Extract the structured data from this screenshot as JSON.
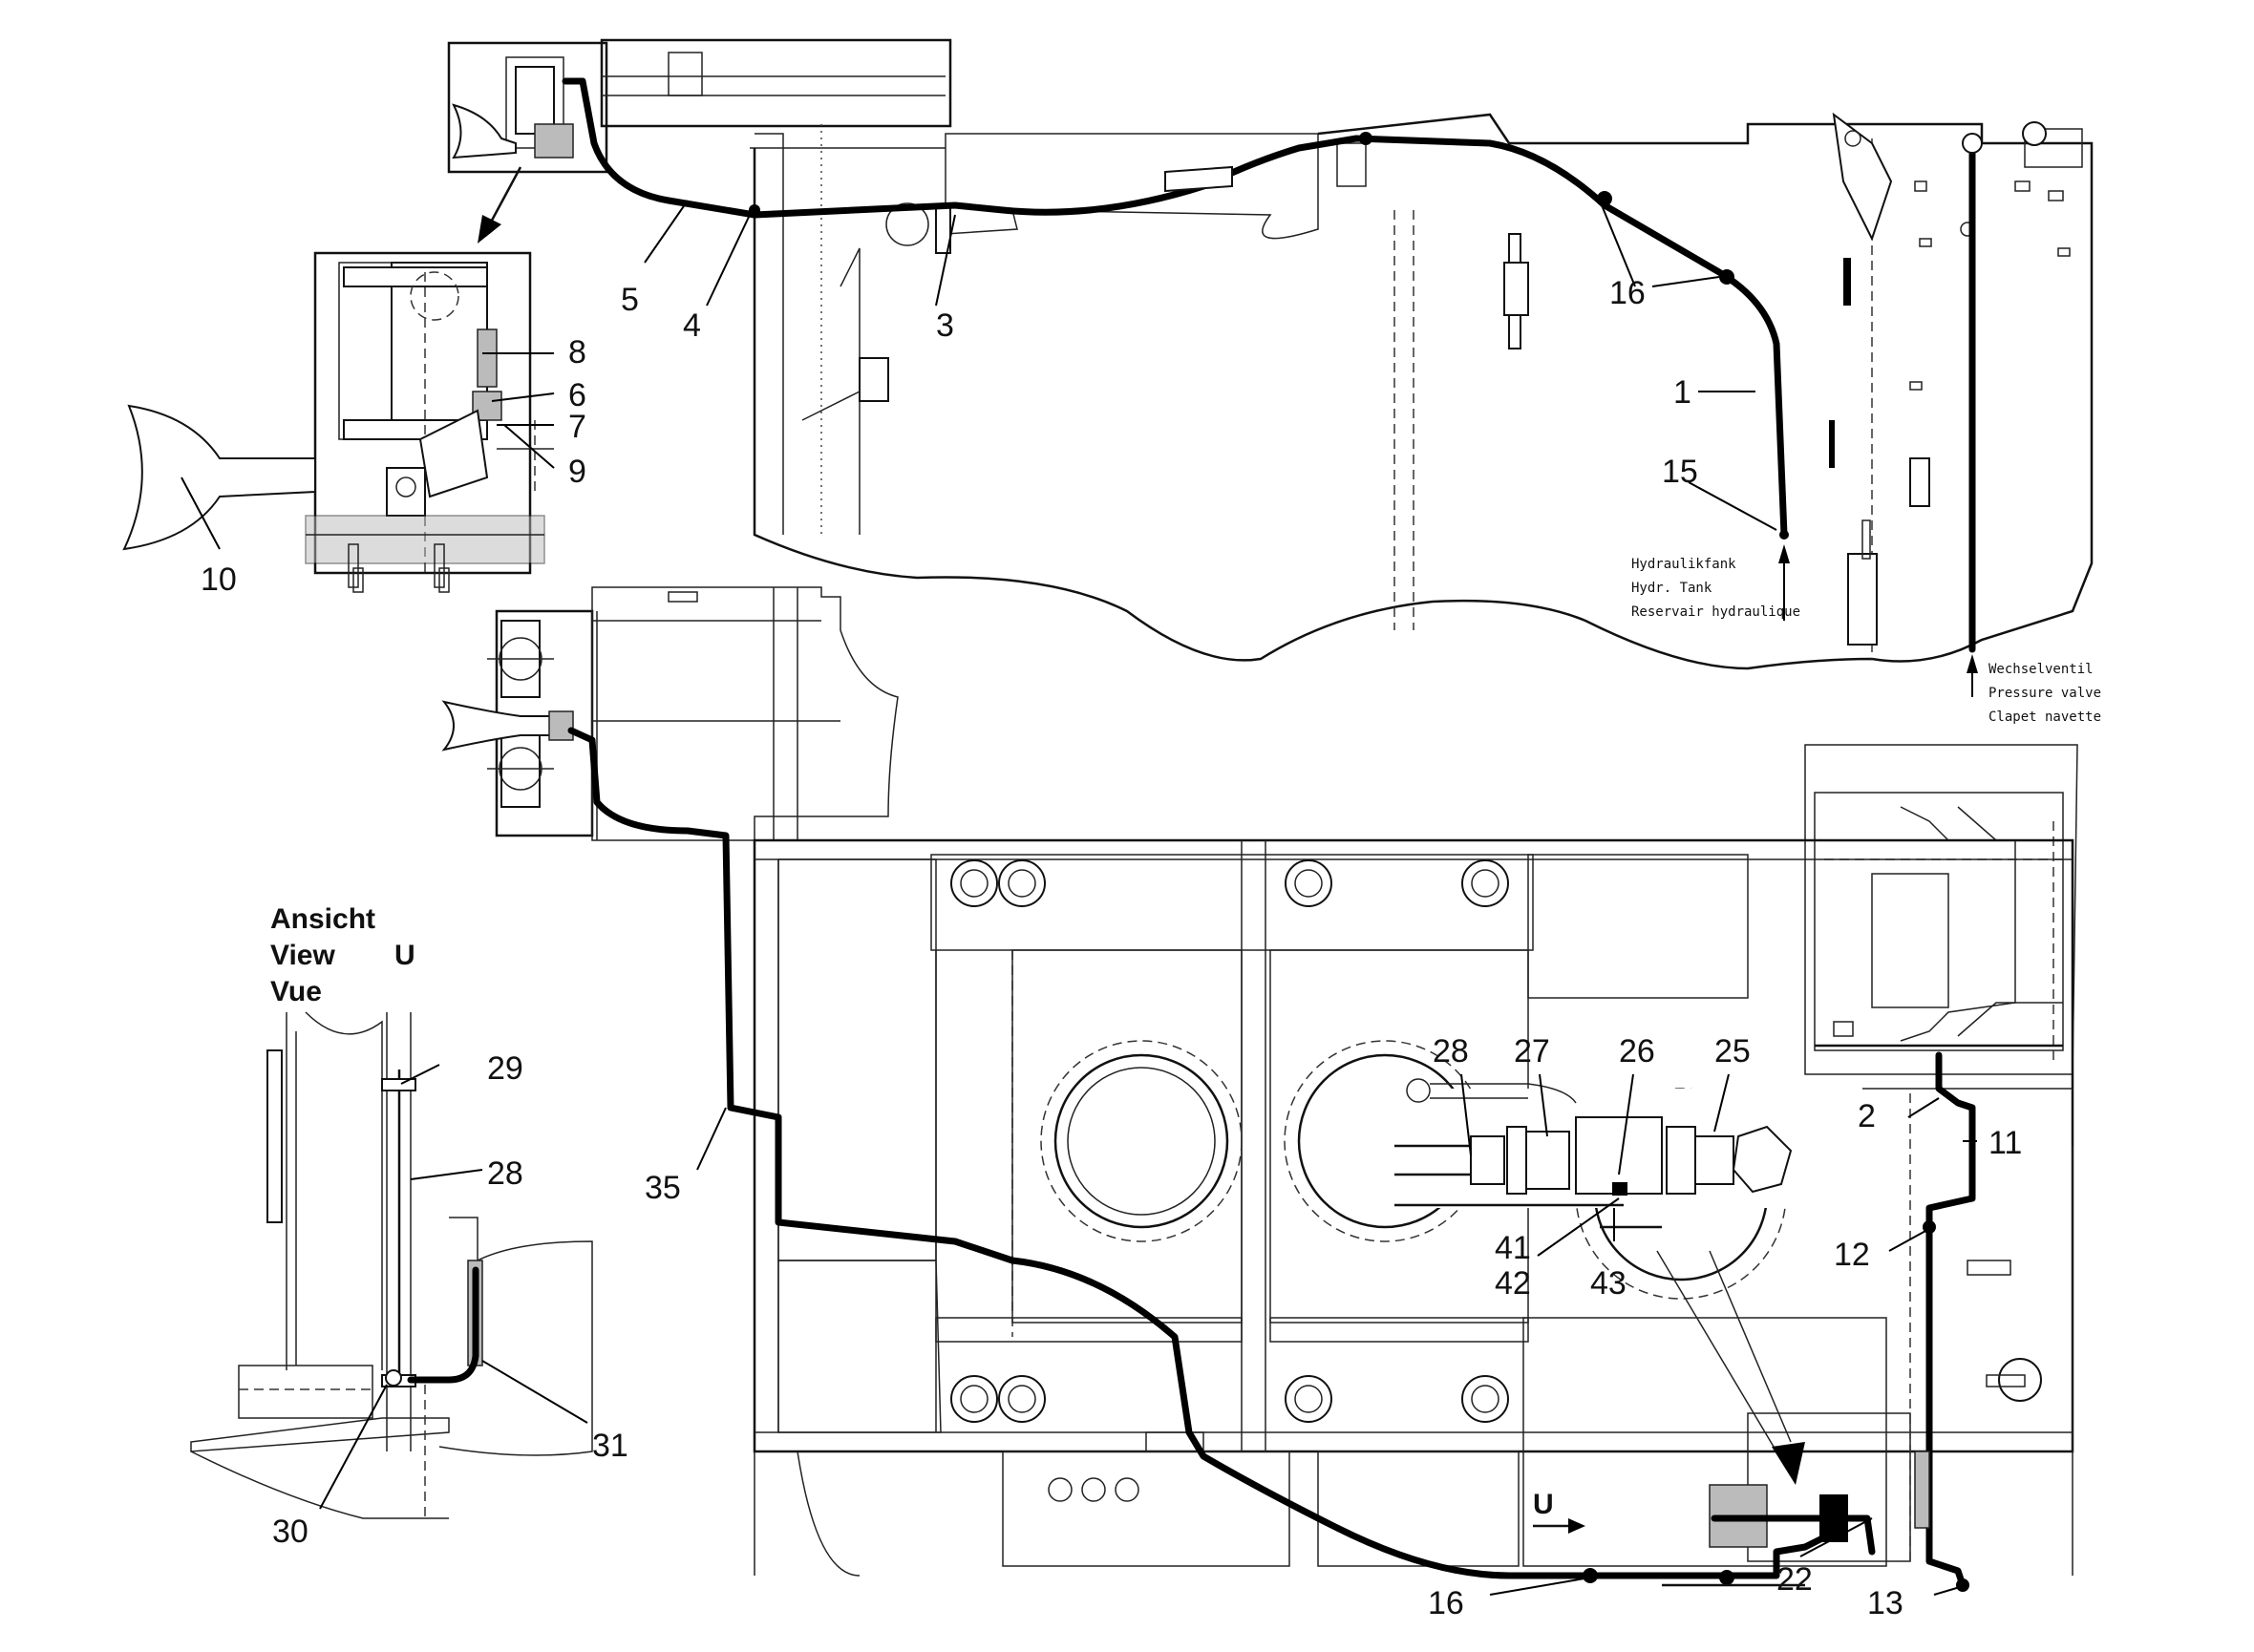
{
  "drawing": {
    "view_title": [
      "Ansicht",
      "View",
      "Vue"
    ],
    "view_letter": "U",
    "tank_note": [
      "Hydraulikfank",
      "Hydr. Tank",
      "Reservair hydraulique"
    ],
    "valve_note": [
      "Wechselventil",
      "Pressure valve",
      "Clapet navette"
    ],
    "direction_label": "U"
  },
  "callouts": {
    "c1": "1",
    "c2": "2",
    "c3": "3",
    "c4": "4",
    "c5": "5",
    "c6": "6",
    "c7": "7",
    "c8": "8",
    "c9": "9",
    "c10": "10",
    "c11": "11",
    "c12": "12",
    "c13": "13",
    "c15": "15",
    "c16a": "16",
    "c16b": "16",
    "c22": "22",
    "c25": "25",
    "c26": "26",
    "c27": "27",
    "c28a": "28",
    "c28b": "28",
    "c29": "29",
    "c30": "30",
    "c31": "31",
    "c35": "35",
    "c41": "41",
    "c42": "42",
    "c43": "43"
  }
}
